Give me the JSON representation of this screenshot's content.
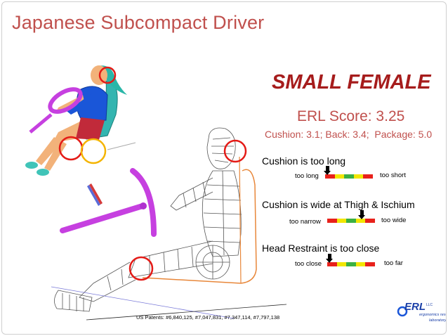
{
  "slide": {
    "title": "Japanese Subcompact Driver",
    "subtitle": "SMALL FEMALE",
    "score": "ERL Score: 3.25",
    "breakdown": "Cushion: 3.1; Back: 3.4;  Package: 5.0",
    "patents": "US Patents: #6,840,125, #7,047,831, #7,347,114, #7,797,138"
  },
  "findings": [
    {
      "heading": "Cushion is too long",
      "left_label": "too long",
      "right_label": "too short",
      "marker_position": 0.0
    },
    {
      "heading": "Cushion is wide at Thigh & Ischium",
      "left_label": "too narrow",
      "right_label": "too wide",
      "marker_position": 0.74
    },
    {
      "heading": "Head Restraint is too close",
      "left_label": "too close",
      "right_label": "too far",
      "marker_position": 0.0
    }
  ],
  "colors": {
    "title": "#c0504d",
    "subtitle": "#a61c1c",
    "scale_red": "#e8211b",
    "scale_yellow": "#f2e600",
    "scale_green": "#3cb043",
    "highlight_circle_red": "#e41b17",
    "highlight_circle_yellow": "#f4b400",
    "manikin_body": "#1a56d8",
    "manikin_skin": "#f2b27a",
    "steering_wheel": "#c640e0",
    "seat": "#33b5b0",
    "seat_outline": "#e8873a"
  },
  "logo": {
    "mark": "ERL",
    "suffix": "LLC",
    "line1": "ergonomics research",
    "line2": "laboratory"
  }
}
